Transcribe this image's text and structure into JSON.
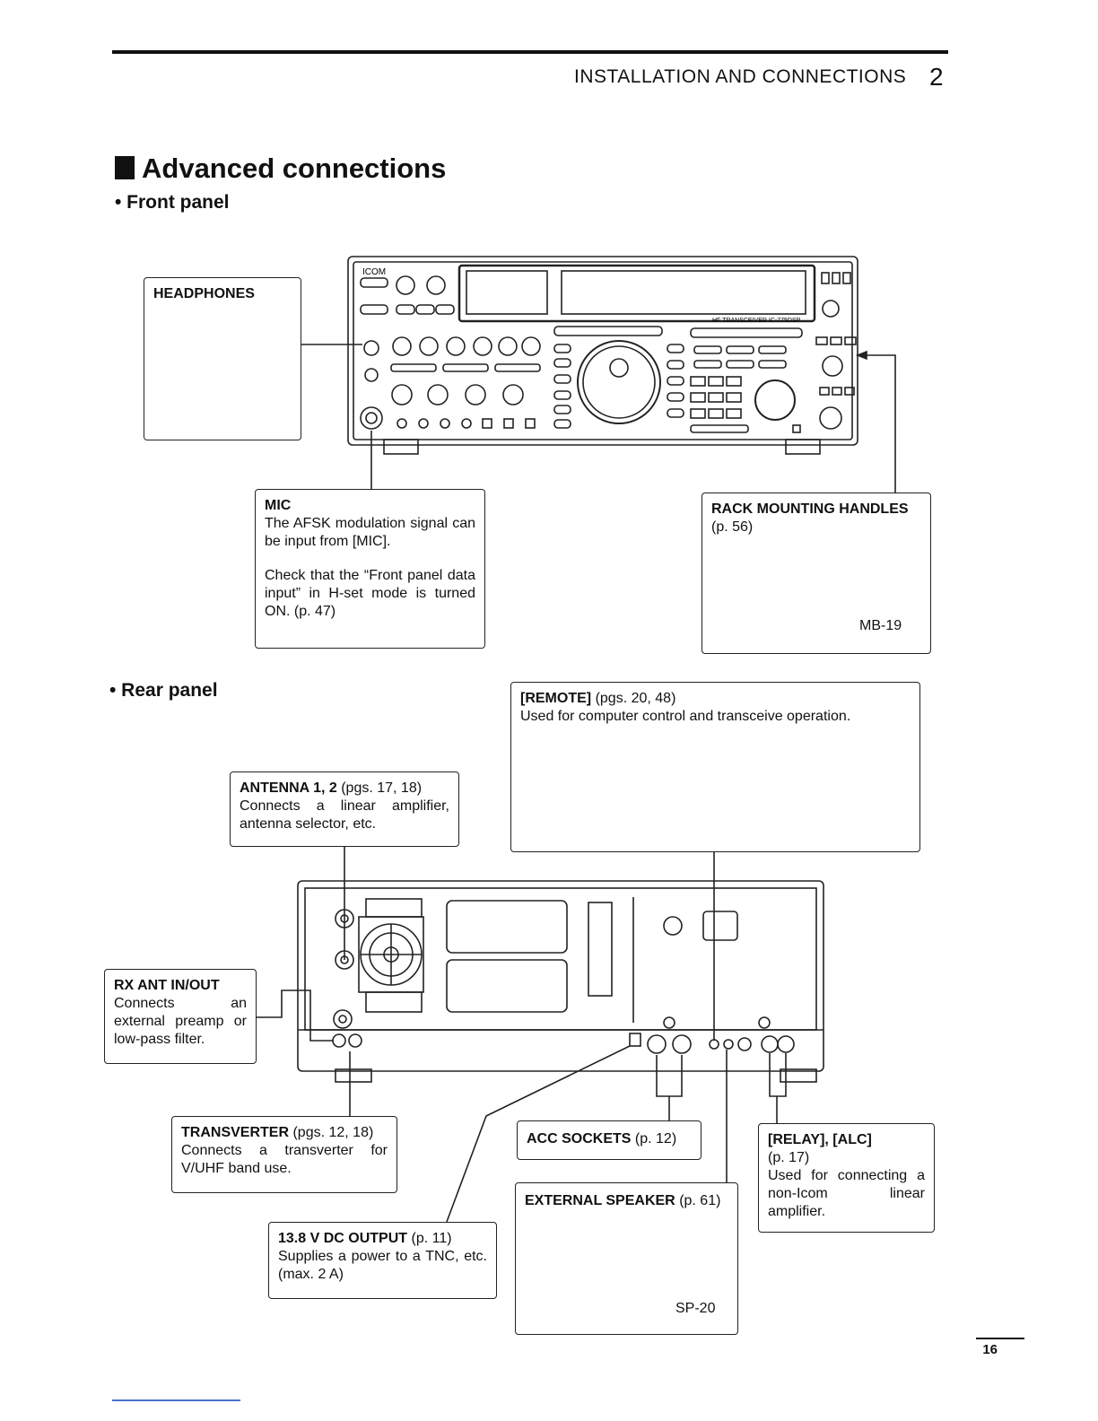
{
  "header": {
    "chapter_title": "INSTALLATION AND CONNECTIONS",
    "chapter_number": "2"
  },
  "section": {
    "title": "Advanced connections"
  },
  "front_panel": {
    "label": "• Front panel",
    "headphones": {
      "title": "HEADPHONES"
    },
    "mic": {
      "title": "MIC",
      "line1": "The AFSK modulation signal can be input from [MIC].",
      "line2": "Check that the “Front panel data input” in H-set mode is turned ON. (p. 47)"
    },
    "rack": {
      "title": "RACK MOUNTING HANDLES",
      "page": "(p. 56)",
      "model": "MB-19"
    },
    "radio": {
      "brand": "ICOM",
      "model": "HF TRANSCEIVER IC-775DSP"
    }
  },
  "rear_panel": {
    "label": "• Rear panel",
    "remote": {
      "title": "[REMOTE]",
      "pages": "(pgs. 20, 48)",
      "desc": "Used for computer control and transceive operation."
    },
    "antenna": {
      "title": "ANTENNA 1, 2",
      "pages": "(pgs. 17, 18)",
      "desc": "Connects a linear amplifier, antenna selector, etc."
    },
    "rx_ant": {
      "title": "RX ANT IN/OUT",
      "desc": "Connects an external preamp or low-pass filter."
    },
    "transverter": {
      "title": "TRANSVERTER",
      "pages": "(pgs. 12, 18)",
      "desc": "Connects a transverter for V/UHF band use."
    },
    "acc": {
      "title": "ACC SOCKETS",
      "page": "(p. 12)"
    },
    "relay": {
      "title": "[RELAY], [ALC]",
      "page": "(p. 17)",
      "desc": "Used for connecting a non-Icom linear amplifier."
    },
    "ext_speaker": {
      "title": "EXTERNAL SPEAKER",
      "page": "(p. 61)",
      "model": "SP-20"
    },
    "dc_output": {
      "title": "13.8 V DC OUTPUT",
      "page": "(p. 11)",
      "desc": "Supplies a power to a TNC, etc. (max. 2 A)"
    }
  },
  "page_number": "16"
}
